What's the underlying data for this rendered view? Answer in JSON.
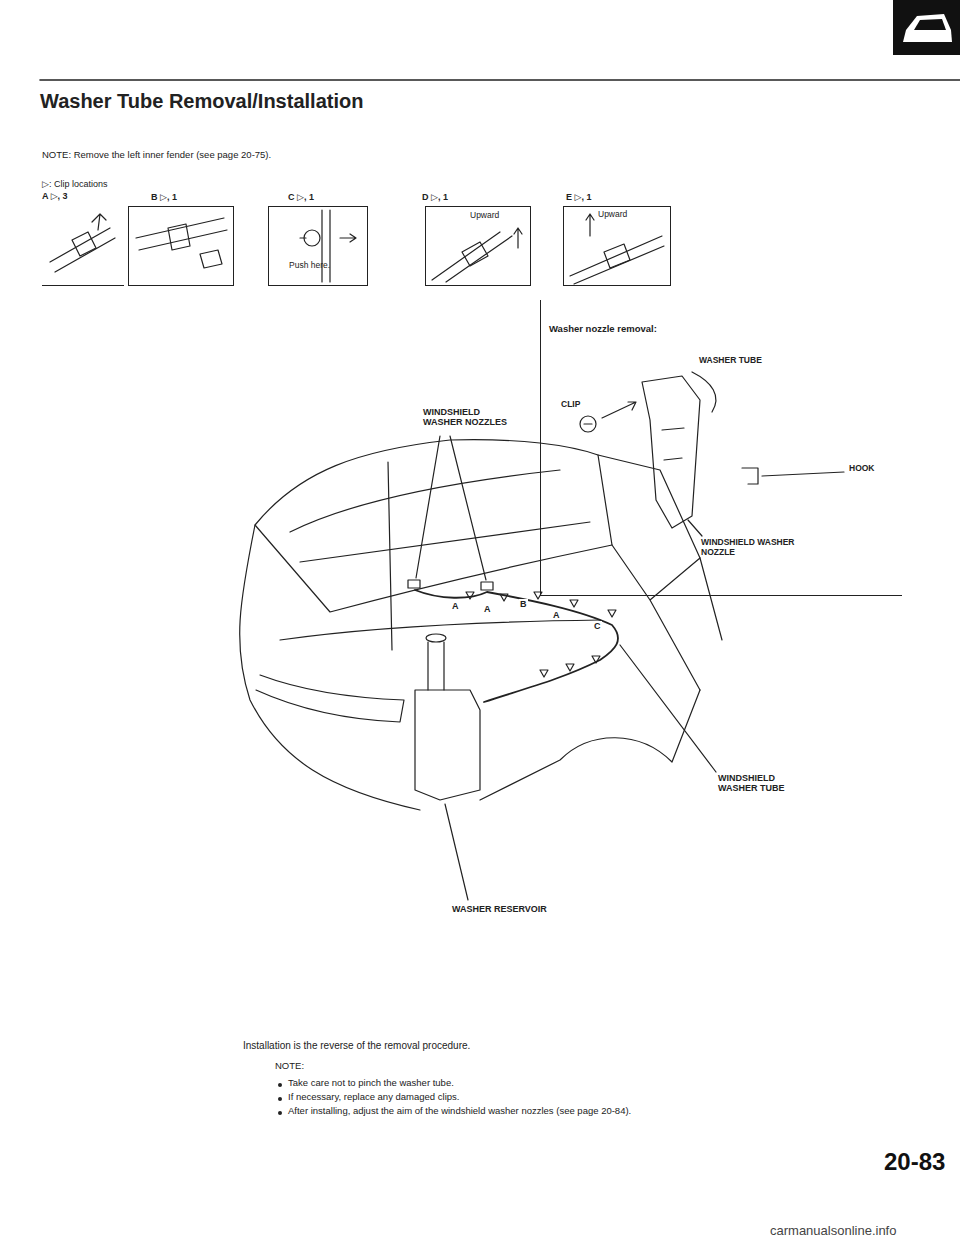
{
  "diagram": {
    "title": "Washer Tube Removal/Installation",
    "nodes": [
      {
        "text": [
          "A ▷, 3"
        ]
      },
      {
        "text": [
          "B ▷, 1"
        ]
      },
      {
        "text": [
          "C ▷, 1",
          "Push here."
        ]
      },
      {
        "text": [
          "D ▷, 1",
          "Upward"
        ]
      },
      {
        "text": [
          "E ▷, 1",
          "Upward"
        ]
      },
      {
        "text": [
          "Washer nozzle removal:",
          "WASHER TUBE",
          "CLIP",
          "HOOK",
          "WINDSHIELD WASHER NOZZLE"
        ]
      }
    ],
    "labels": [
      "NOTE: Remove the left inner fender (see page 20-75).",
      "▷: Clip locations",
      "WINDSHIELD WASHER NOZZLES",
      "A",
      "A",
      "B",
      "A",
      "C",
      "WINDSHIELD WASHER TUBE",
      "WASHER RESERVOIR",
      "Installation is the reverse of the removal procedure.",
      "NOTE:",
      "Take care not to pinch the washer tube.",
      "If necessary, replace any damaged clips.",
      "After installing, adjust the aim of the windshield washer nozzles (see page 20-84).",
      "20-83",
      "carmanualsonline.info"
    ]
  }
}
